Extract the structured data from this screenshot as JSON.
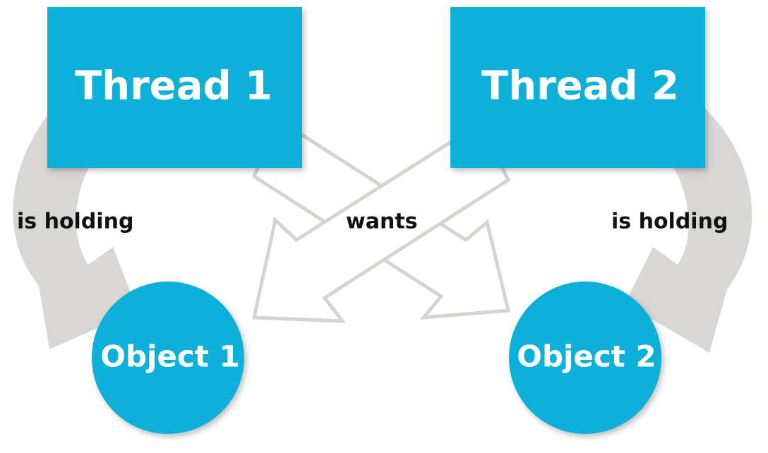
{
  "colors": {
    "node_fill": "#0ab0d8",
    "curved_arrow": "#d9d7d3",
    "wants_arrow_outline": "#d6d4d0",
    "label_text": "#111111",
    "node_text": "#ffffff"
  },
  "threads": [
    {
      "label": "Thread 1"
    },
    {
      "label": "Thread 2"
    }
  ],
  "objects": [
    {
      "label": "Object 1"
    },
    {
      "label": "Object 2"
    }
  ],
  "relations": {
    "holding_left": "is holding",
    "holding_right": "is holding",
    "wants": "wants"
  }
}
